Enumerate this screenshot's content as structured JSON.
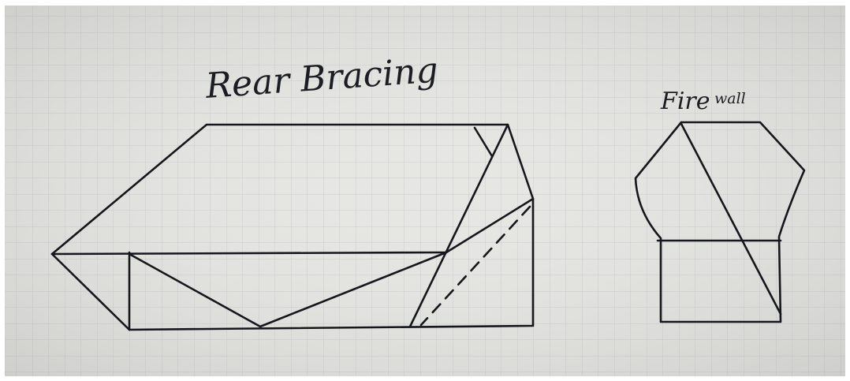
{
  "sheet": {
    "paper_color": "#e6e6e2",
    "grid_color": "#c9cbcf",
    "ink_color": "#16161e",
    "border_color": "#ffffff"
  },
  "labels": {
    "rear_bracing": "Rear Bracing",
    "firewall_part1": "Fire",
    "firewall_part2": "wall"
  }
}
